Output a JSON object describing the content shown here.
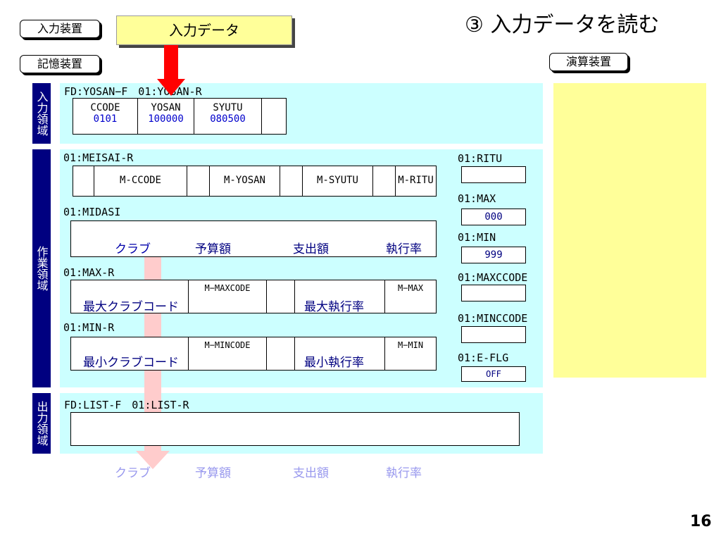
{
  "title": "③ 入力データを読む",
  "page_number": "16",
  "devices": {
    "input_device": "入力装置",
    "memory_device": "記憶装置",
    "arith_device": "演算装置"
  },
  "input_data_label": "入力データ",
  "input_area": {
    "side": "入力領域",
    "fd_label": "FD:YOSAN−F　01:YOSAN-R",
    "fields": [
      {
        "name": "CCODE",
        "value": "0101"
      },
      {
        "name": "YOSAN",
        "value": "100000"
      },
      {
        "name": "SYUTU",
        "value": "080500"
      }
    ]
  },
  "work_area": {
    "side": "作業領域",
    "meisai_label": "01:MEISAI-R",
    "meisai_fields": [
      "M-CCODE",
      "M-YOSAN",
      "M-SYUTU",
      "M-RITU"
    ],
    "midasi_label": "01:MIDASI",
    "midasi_fields": [
      "クラブ",
      "予算額",
      "支出額",
      "執行率"
    ],
    "maxr_label": "01:MAX-R",
    "maxr": {
      "text1": "最大クラブコード",
      "field1": "M−MAXCODE",
      "text2": "最大執行率",
      "field2": "M−MAX"
    },
    "minr_label": "01:MIN-R",
    "minr": {
      "text1": "最小クラブコード",
      "field1": "M−MINCODE",
      "text2": "最小執行率",
      "field2": "M−MIN"
    },
    "vars": [
      {
        "label": "01:RITU",
        "value": ""
      },
      {
        "label": "01:MAX",
        "value": "000"
      },
      {
        "label": "01:MIN",
        "value": "999"
      },
      {
        "label": "01:MAXCCODE",
        "value": ""
      },
      {
        "label": "01:MINCCODE",
        "value": ""
      },
      {
        "label": "01:E-FLG",
        "value": "OFF"
      }
    ]
  },
  "output_area": {
    "side": "出力領域",
    "fd_label": "FD:LIST-F　01:LIST-R",
    "below_fields": [
      "クラブ",
      "予算額",
      "支出額",
      "執行率"
    ]
  },
  "colors": {
    "region_bg": "#ccffff",
    "side_label_bg": "#000080",
    "input_data_bg": "#ffff99",
    "arith_area_bg": "#ffff99",
    "arrow_red": "#ff0000",
    "pink_arrow": "#ffcccc"
  }
}
